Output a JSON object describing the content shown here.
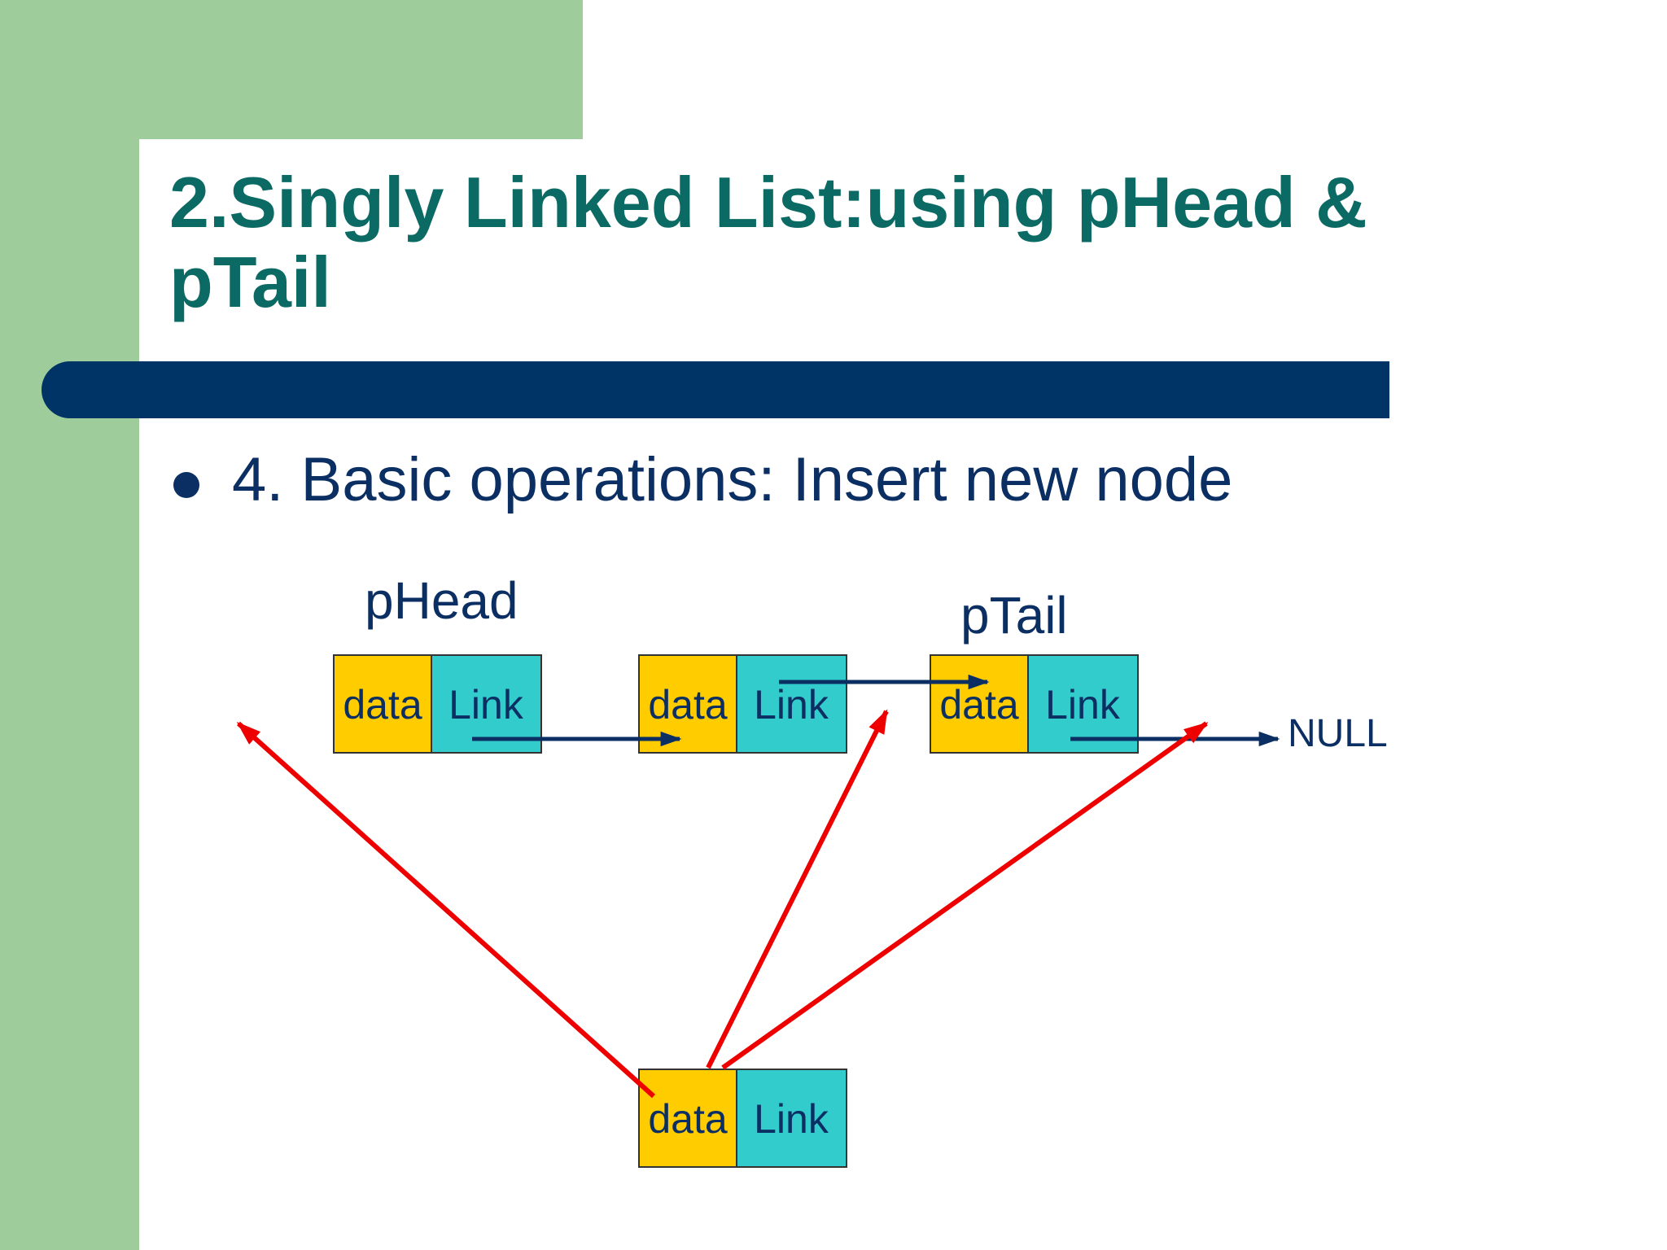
{
  "slide": {
    "title": "2.Singly Linked List:using pHead & pTail",
    "bullet": "4. Basic operations: Insert new node"
  },
  "diagram": {
    "labels": {
      "head": "pHead",
      "tail": "pTail",
      "null": "NULL"
    },
    "node_fields": {
      "data": "data",
      "link": "Link"
    },
    "colors": {
      "data_cell": "#ffcc00",
      "link_cell": "#33cccc",
      "cell_border": "#333333",
      "link_arrow": "#0b2f63",
      "insert_arrow": "#ee0000",
      "title": "#0b6a63",
      "title_bar": "#003366",
      "green_band": "#9ecd9b"
    }
  }
}
